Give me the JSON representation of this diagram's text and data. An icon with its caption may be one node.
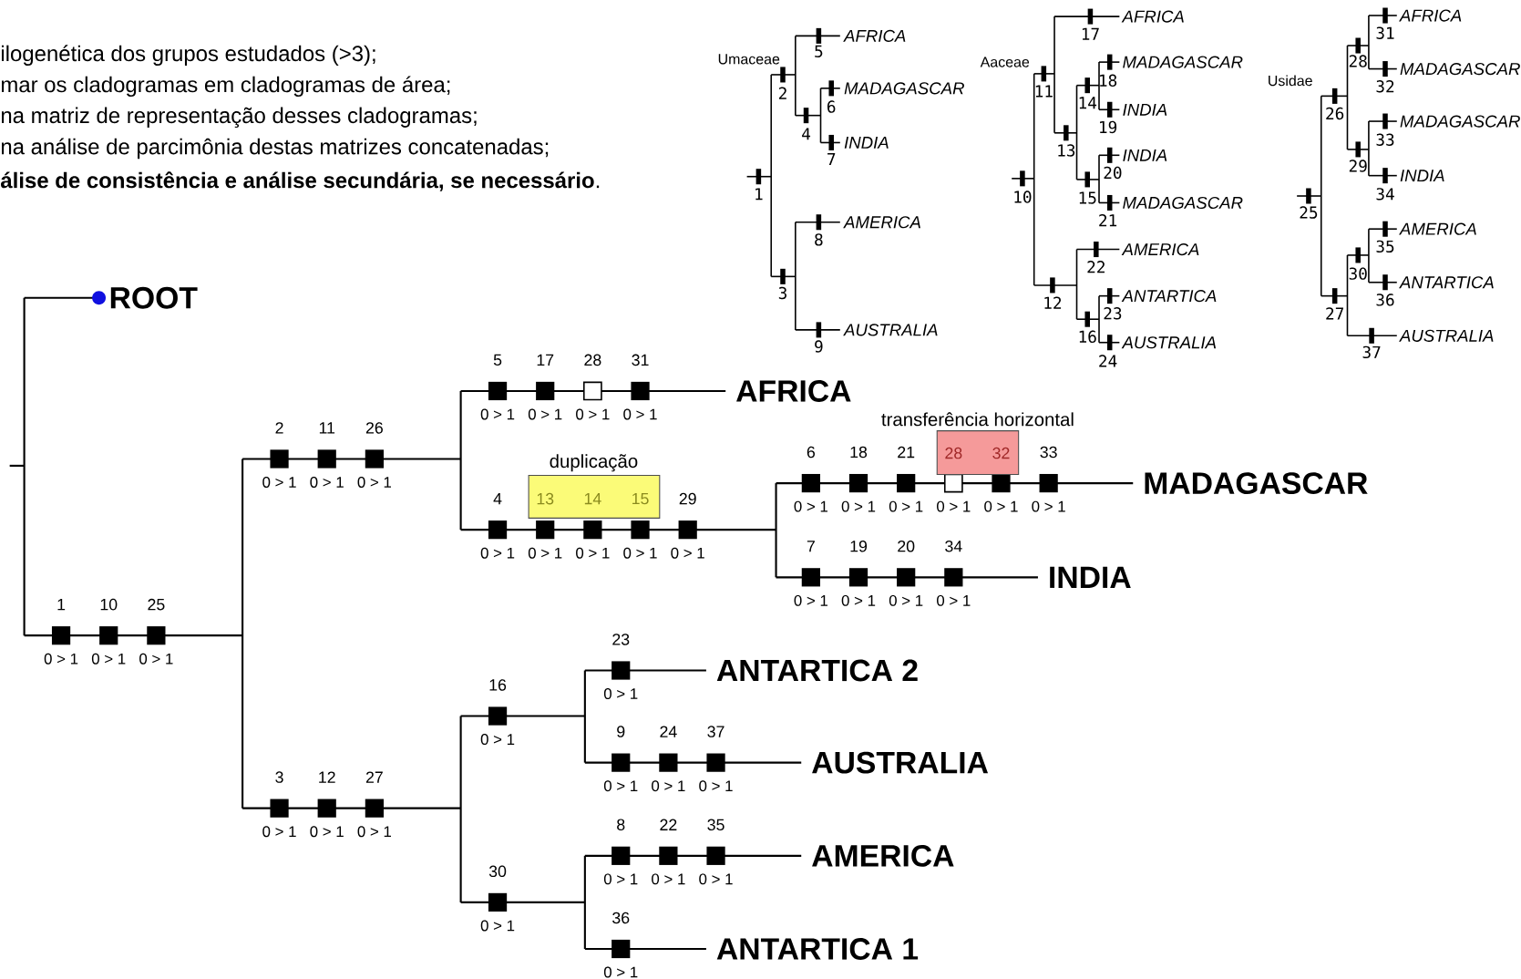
{
  "diagram": {
    "nodes": [
      {
        "text": [
          "duplicação",
          "13",
          "14",
          "15"
        ]
      },
      {
        "text": [
          "transferência horizontal",
          "28",
          "32"
        ]
      }
    ],
    "labels": [
      "ilogenética dos grupos estudados (>3);",
      "mar os cladogramas em cladogramas de área;",
      "na matriz de representação desses cladogramas;",
      "na análise de parcimônia destas matrizes concatenadas;",
      "**álise de consistência e análise secundária, se necessário**.",
      "Umaceae",
      "1",
      "2",
      "3",
      "4",
      "5",
      "6",
      "7",
      "8",
      "9",
      "AFRICA",
      "MADAGASCAR",
      "INDIA",
      "AMERICA",
      "AUSTRALIA",
      "Aaceae",
      "10",
      "11",
      "12",
      "13",
      "14",
      "15",
      "16",
      "17",
      "18",
      "19",
      "20",
      "21",
      "22",
      "23",
      "24",
      "AFRICA",
      "MADAGASCAR",
      "INDIA",
      "INDIA",
      "MADAGASCAR",
      "AMERICA",
      "ANTARTICA",
      "AUSTRALIA",
      "Usidae",
      "25",
      "26",
      "27",
      "28",
      "29",
      "30",
      "31",
      "32",
      "33",
      "34",
      "35",
      "36",
      "37",
      "AFRICA",
      "MADAGASCAR",
      "MADAGASCAR",
      "INDIA",
      "AMERICA",
      "ANTARTICA",
      "AUSTRALIA",
      "ROOT",
      "1",
      "10",
      "25",
      "0 > 1",
      "0 > 1",
      "0 > 1",
      "2",
      "11",
      "26",
      "0 > 1",
      "0 > 1",
      "0 > 1",
      "5",
      "17",
      "28",
      "31",
      "0 > 1",
      "0 > 1",
      "0 > 1",
      "0 > 1",
      "AFRICA",
      "4",
      "29",
      "0 > 1",
      "0 > 1",
      "0 > 1",
      "0 > 1",
      "0 > 1",
      "6",
      "18",
      "21",
      "33",
      "0 > 1",
      "0 > 1",
      "0 > 1",
      "0 > 1",
      "0 > 1",
      "0 > 1",
      "MADAGASCAR",
      "7",
      "19",
      "20",
      "34",
      "0 > 1",
      "0 > 1",
      "0 > 1",
      "0 > 1",
      "INDIA",
      "3",
      "12",
      "27",
      "0 > 1",
      "0 > 1",
      "0 > 1",
      "16",
      "0 > 1",
      "23",
      "0 > 1",
      "ANTARTICA 2",
      "9",
      "24",
      "37",
      "0 > 1",
      "0 > 1",
      "0 > 1",
      "AUSTRALIA",
      "30",
      "0 > 1",
      "8",
      "22",
      "35",
      "0 > 1",
      "0 > 1",
      "0 > 1",
      "AMERICA",
      "36",
      "0 > 1",
      "ANTARTICA 1"
    ]
  }
}
